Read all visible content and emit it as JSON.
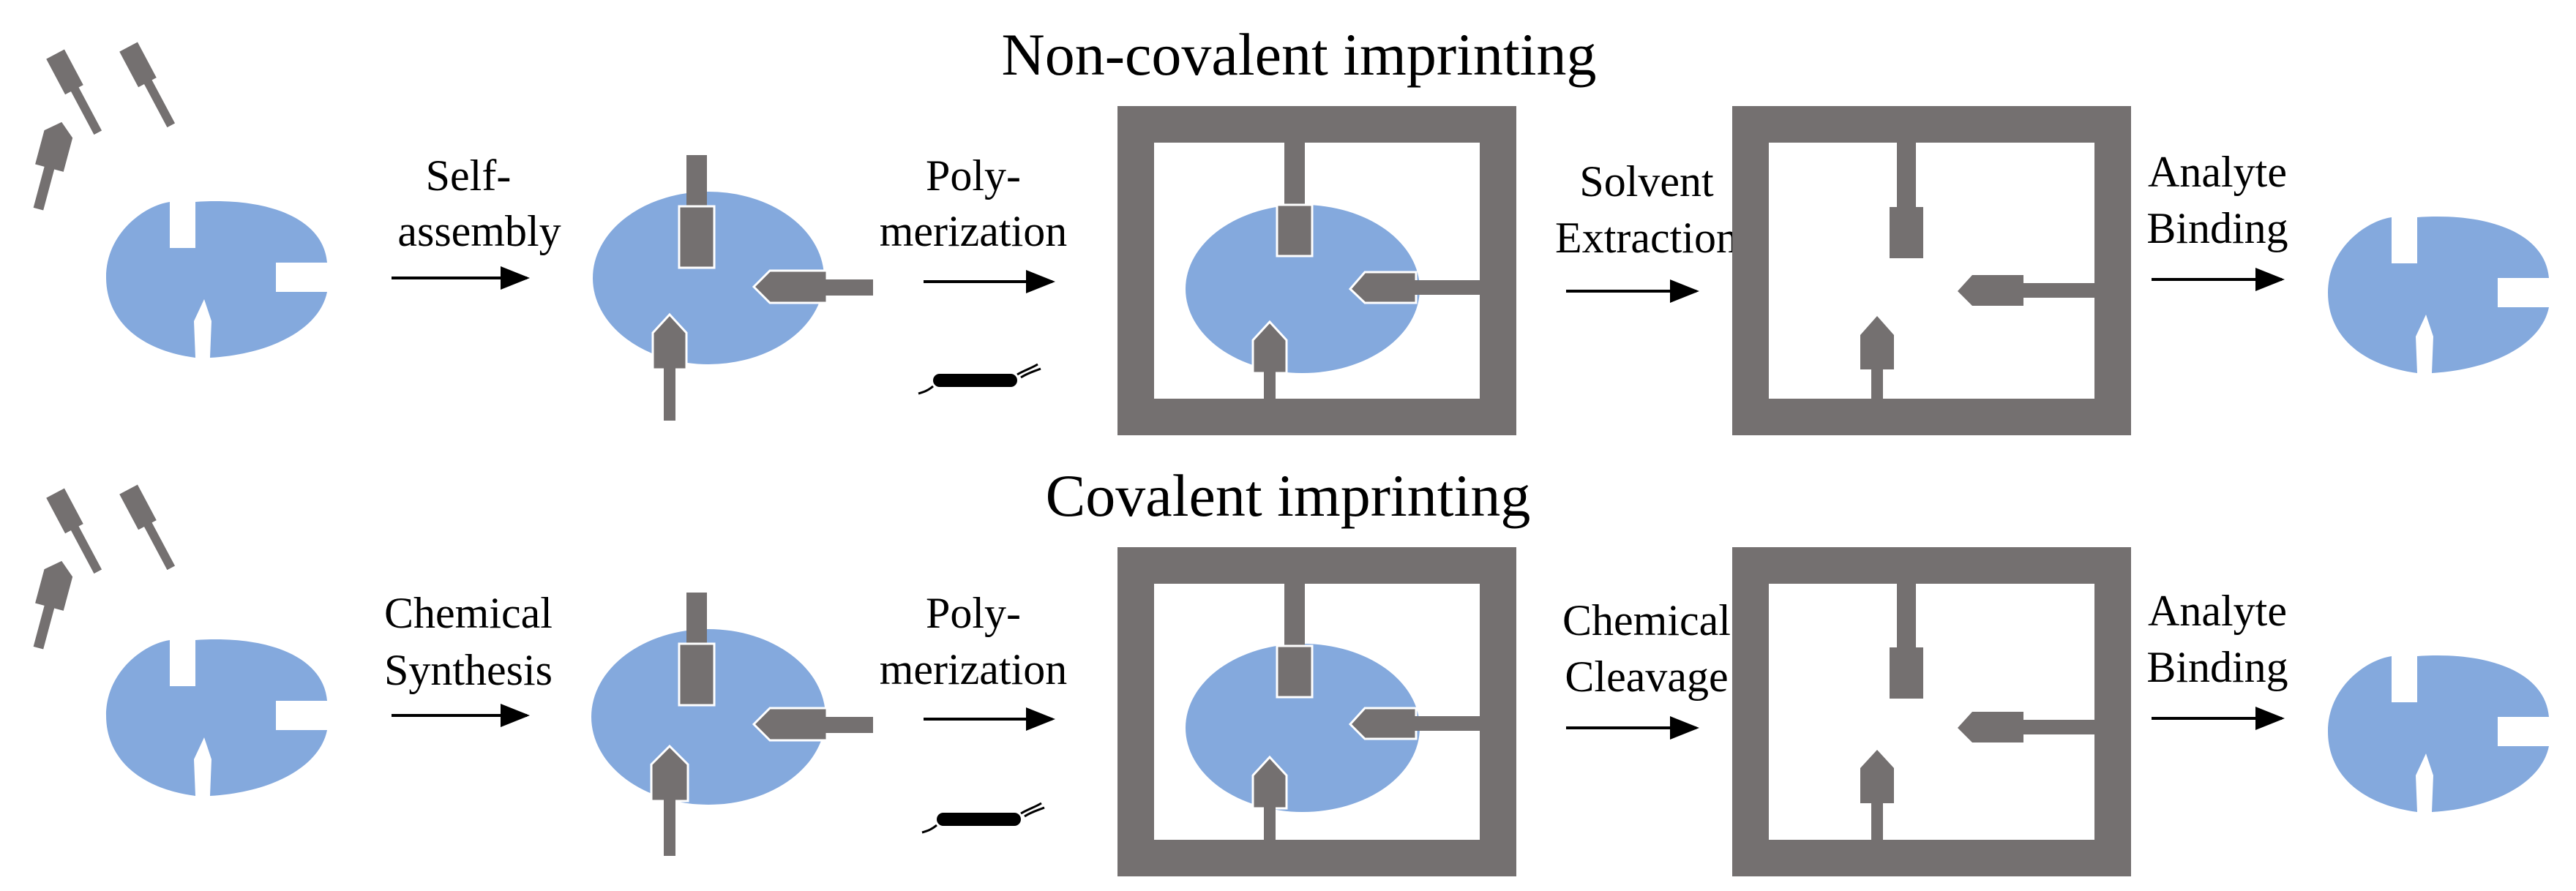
{
  "colors": {
    "analyte": "#84a9dd",
    "monomer": "#747070",
    "crosslinker": "#000000",
    "text": "#000000",
    "background": "#ffffff"
  },
  "titles": {
    "top": "Non-covalent imprinting",
    "bottom": "Covalent imprinting"
  },
  "rows": [
    {
      "id": "non-covalent",
      "steps": [
        {
          "line1": "Self-",
          "line2": "assembly"
        },
        {
          "line1": "Poly-",
          "line2": "merization"
        },
        {
          "line1": "Solvent",
          "line2": "Extraction"
        },
        {
          "line1": "Analyte",
          "line2": "Binding"
        }
      ]
    },
    {
      "id": "covalent",
      "steps": [
        {
          "line1": "Chemical",
          "line2": "Synthesis"
        },
        {
          "line1": "Poly-",
          "line2": "merization"
        },
        {
          "line1": "Chemical",
          "line2": "Cleavage"
        },
        {
          "line1": "Analyte",
          "line2": "Binding"
        }
      ]
    }
  ]
}
